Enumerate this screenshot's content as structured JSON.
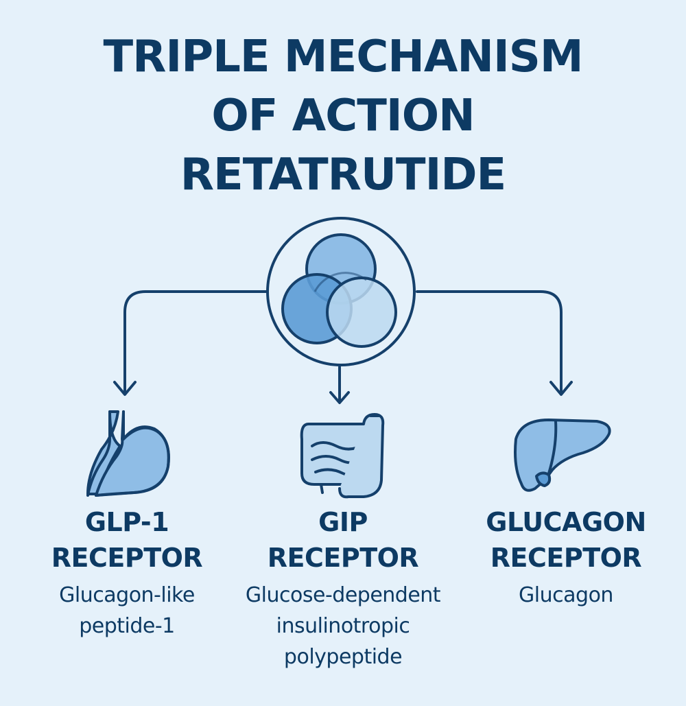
{
  "title": {
    "line1": "TRIPLE MECHANISM",
    "line2": "OF ACTION",
    "line3": "RETATRUTIDE"
  },
  "icons": {
    "center": "triple-venn-circles-icon",
    "left": "stomach-icon",
    "middle": "intestines-icon",
    "right": "liver-icon"
  },
  "colors": {
    "background": "#e5f1fa",
    "text": "#0d3a63",
    "stroke": "#15406b",
    "fill_light": "#bcd9f0",
    "fill_mid": "#8fbde6",
    "fill_dark": "#5b9bd5"
  },
  "receptors": [
    {
      "name_line1": "GLP-1",
      "name_line2": "RECEPTOR",
      "desc_line1": "Glucagon-like",
      "desc_line2": "peptide-1"
    },
    {
      "name_line1": "GIP",
      "name_line2": "RECEPTOR",
      "desc_line1": "Glucose-dependent",
      "desc_line2": "insulinotropic",
      "desc_line3": "polypeptide"
    },
    {
      "name_line1": "GLUCAGON",
      "name_line2": "RECEPTOR",
      "desc_line1": "Glucagon"
    }
  ]
}
